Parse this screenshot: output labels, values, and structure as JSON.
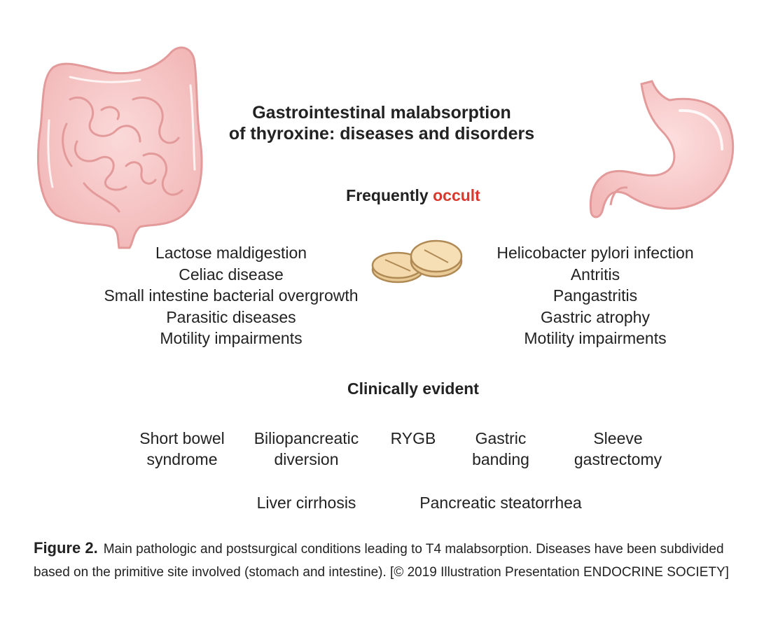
{
  "title": {
    "line1": "Gastrointestinal malabsorption",
    "line2": "of thyroxine: diseases and disorders"
  },
  "occult_section": {
    "heading_prefix": "Frequently",
    "heading_highlight": "occult",
    "highlight_color": "#d9382c",
    "intestine_conditions": [
      "Lactose maldigestion",
      "Celiac disease",
      "Small intestine bacterial overgrowth",
      "Parasitic diseases",
      "Motility impairments"
    ],
    "stomach_conditions": [
      "Helicobacter pylori infection",
      "Antritis",
      "Pangastritis",
      "Gastric atrophy",
      "Motility impairments"
    ]
  },
  "evident_section": {
    "heading": "Clinically evident",
    "row1": [
      {
        "line1": "Short bowel",
        "line2": "syndrome"
      },
      {
        "line1": "Biliopancreatic",
        "line2": "diversion"
      },
      {
        "line1": "RYGB",
        "line2": ""
      },
      {
        "line1": "Gastric",
        "line2": "banding"
      },
      {
        "line1": "Sleeve",
        "line2": "gastrectomy"
      }
    ],
    "row2": [
      "Liver cirrhosis",
      "Pancreatic steatorrhea"
    ]
  },
  "caption": {
    "label": "Figure 2.",
    "text": "Main pathologic and postsurgical conditions leading to T4 malabsorption. Diseases have been subdivided based on the primitive site involved (stomach and intestine). [© 2019 Illustration Presentation ENDOCRINE SOCIETY]"
  },
  "illustrations": {
    "intestine": "intestine-illustration",
    "stomach": "stomach-illustration",
    "pills": "pills-illustration"
  },
  "colors": {
    "organ_fill": "#f7c9c9",
    "organ_stroke": "#e39a9a",
    "pill_fill": "#f3d9ab",
    "pill_stroke": "#b08a55"
  }
}
